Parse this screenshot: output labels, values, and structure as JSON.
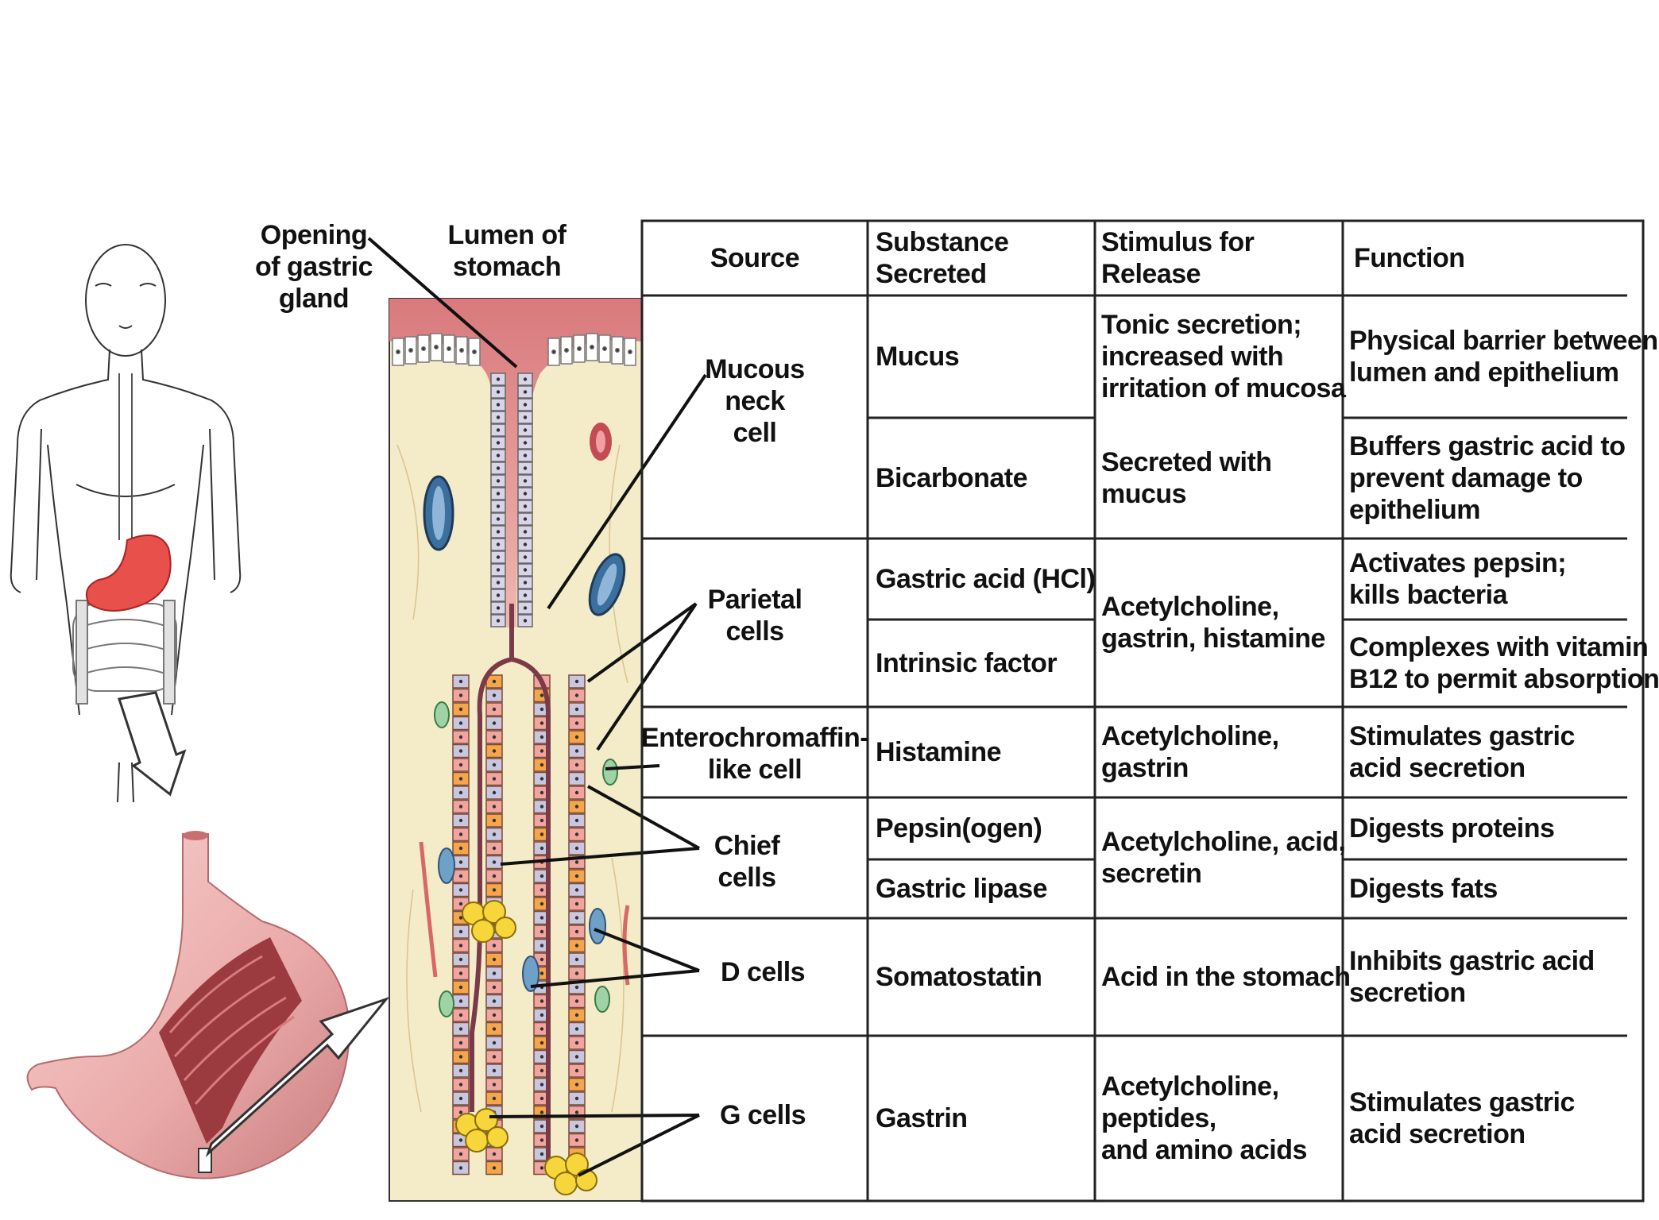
{
  "labels": {
    "opening_of_gastric_gland": [
      "Opening",
      "of gastric",
      "gland"
    ],
    "lumen_of_stomach": [
      "Lumen of",
      "stomach"
    ],
    "mucous_neck_cell": [
      "Mucous",
      "neck",
      "cell"
    ],
    "parietal_cells": [
      "Parietal",
      "cells"
    ],
    "enterochromaffin_like_cell": [
      "Enterochromaffin-",
      "like cell"
    ],
    "chief_cells": [
      "Chief",
      "cells"
    ],
    "d_cells": [
      "D cells"
    ],
    "g_cells": [
      "G cells"
    ]
  },
  "table": {
    "headers": {
      "source": [
        "Source"
      ],
      "substance": [
        "Substance",
        "Secreted"
      ],
      "stimulus": [
        "Stimulus for",
        "Release"
      ],
      "function": [
        "Function"
      ]
    },
    "substances": [
      [
        "Mucus"
      ],
      [
        "Bicarbonate"
      ],
      [
        "Gastric acid (HCl)"
      ],
      [
        "Intrinsic factor"
      ],
      [
        "Histamine"
      ],
      [
        "Pepsin(ogen)"
      ],
      [
        "Gastric lipase"
      ],
      [
        "Somatostatin"
      ],
      [
        "Gastrin"
      ]
    ],
    "stimuli": [
      [
        "Tonic secretion;",
        "increased with",
        "irritation of mucosa"
      ],
      [
        "Secreted with",
        "mucus"
      ],
      [
        "Acetylcholine,",
        "gastrin, histamine"
      ],
      [
        "Acetylcholine,",
        "gastrin"
      ],
      [
        "Acetylcholine, acid,",
        "secretin"
      ],
      [
        "Acid in the stomach"
      ],
      [
        "Acetylcholine,",
        "peptides,",
        "and amino acids"
      ]
    ],
    "functions": [
      [
        "Physical barrier between",
        "lumen  and epithelium"
      ],
      [
        "Buffers gastric acid to",
        "prevent damage to",
        "epithelium"
      ],
      [
        "Activates pepsin;",
        "kills bacteria"
      ],
      [
        "Complexes with vitamin",
        "B12 to permit absorption"
      ],
      [
        "Stimulates gastric",
        "acid secretion"
      ],
      [
        "Digests proteins"
      ],
      [
        "Digests fats"
      ],
      [
        "Inhibits gastric acid",
        "secretion"
      ],
      [
        "Stimulates gastric",
        "acid secretion"
      ]
    ]
  }
}
